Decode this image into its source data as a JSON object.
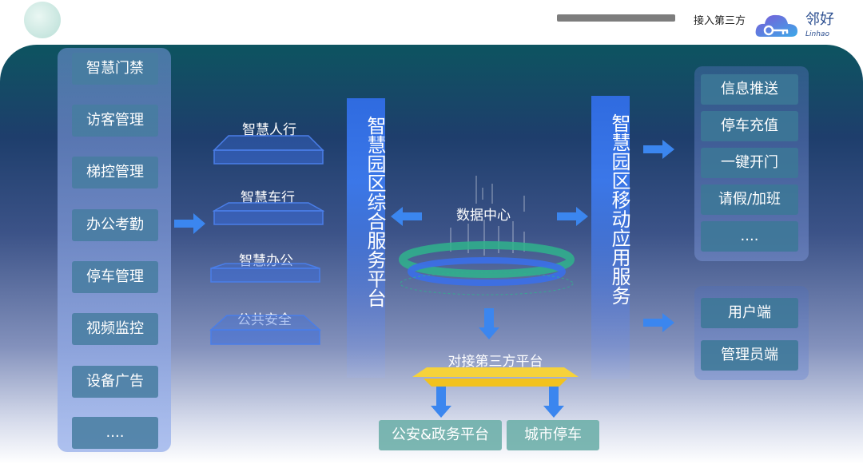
{
  "header": {
    "third_party_link": "接入第三方",
    "logo_text": "邻好",
    "logo_sub": "Linhao"
  },
  "left_column": {
    "items": [
      "智慧门禁",
      "访客管理",
      "梯控管理",
      "办公考勤",
      "停车管理",
      "视频监控",
      "设备广告",
      "...."
    ]
  },
  "platforms": {
    "items": [
      "智慧人行",
      "智慧车行",
      "智慧办公",
      "公共安全"
    ]
  },
  "integrated_platform": {
    "label": "智慧园区综合服务平台"
  },
  "data_center": {
    "label": "数据中心"
  },
  "mobile_service": {
    "label": "智慧园区移动应用服务"
  },
  "third_party": {
    "label": "对接第三方平台",
    "targets": [
      "公安&政务平台",
      "城市停车"
    ]
  },
  "right_top": {
    "items": [
      "信息推送",
      "停车充值",
      "一键开门",
      "请假/加班",
      "...."
    ]
  },
  "right_bottom": {
    "items": [
      "用户端",
      "管理员端"
    ]
  },
  "colors": {
    "accent_blue": "#2f6be0",
    "arrow_blue": "#3b86ef",
    "yellow": "#f6d23a",
    "teal": "#0d5460"
  }
}
